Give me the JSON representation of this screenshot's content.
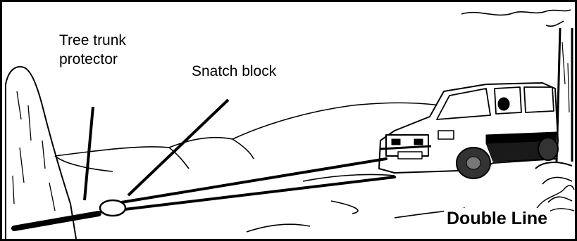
{
  "labels": {
    "tree_trunk_protector_line1": "Tree trunk",
    "tree_trunk_protector_line2": "protector",
    "snatch_block": "Snatch block",
    "double_line": "Double Line"
  },
  "colors": {
    "ink": "#000000",
    "paper": "#ffffff"
  },
  "icons": {
    "vehicle": "4x4-vehicle-icon",
    "tree": "tree-icon",
    "rock": "rock-outcrop-icon",
    "pulley": "snatch-block-icon"
  }
}
